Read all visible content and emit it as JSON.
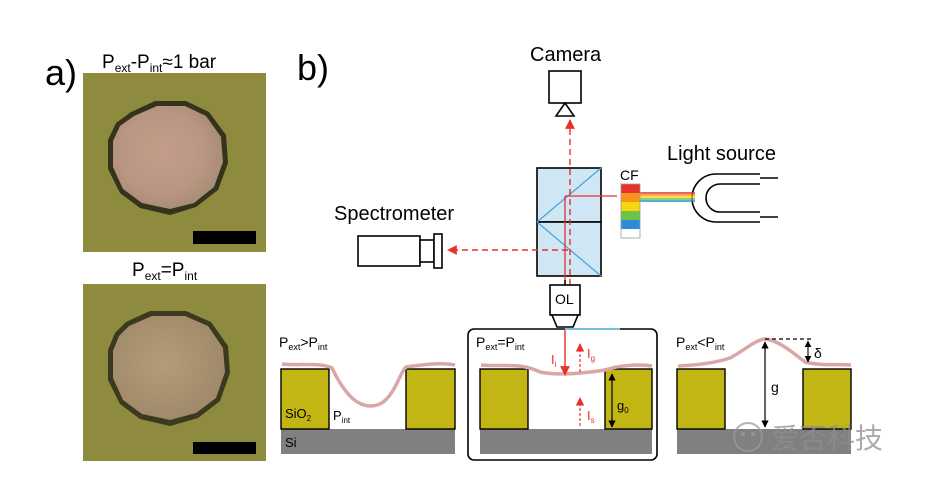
{
  "panel_a": {
    "letter": "a)",
    "top_caption": {
      "main": "P",
      "sub1": "ext",
      "mid": "-P",
      "sub2": "int",
      "tail": "≈1 bar"
    },
    "bottom_caption": {
      "main": "P",
      "sub1": "ext",
      "mid": "=P",
      "sub2": "int"
    }
  },
  "panel_b": {
    "letter": "b)",
    "camera_label": "Camera",
    "light_source_label": "Light source",
    "spectrometer_label": "Spectrometer",
    "cf_label": "CF",
    "ol_label": "OL",
    "filter_colors": [
      "#e8312a",
      "#f7941d",
      "#f6d70f",
      "#6cc24a",
      "#2e8bd6",
      "#ffffff"
    ],
    "beam_color": "#e8312a",
    "cross_sections": {
      "left": {
        "condition": {
          "a": "P",
          "s1": "ext",
          "op": ">P",
          "s2": "int"
        },
        "sio2": "SiO",
        "sio2_sub": "2",
        "pint": "P",
        "pint_sub": "int",
        "si": "Si"
      },
      "middle": {
        "condition": {
          "a": "P",
          "s1": "ext",
          "op": "=P",
          "s2": "int"
        },
        "ii": "I",
        "ii_sub": "i",
        "ig": "I",
        "ig_sub": "g",
        "is": "I",
        "is_sub": "s",
        "g0": "g",
        "g0_sub": "0"
      },
      "right": {
        "condition": {
          "a": "P",
          "s1": "ext",
          "op": "<P",
          "s2": "int"
        },
        "delta": "δ",
        "g": "g"
      }
    },
    "colors": {
      "sio2": "#c2b614",
      "si": "#808080",
      "membrane": "#d9a7a7"
    }
  },
  "watermark": {
    "text": "爱否科技"
  }
}
